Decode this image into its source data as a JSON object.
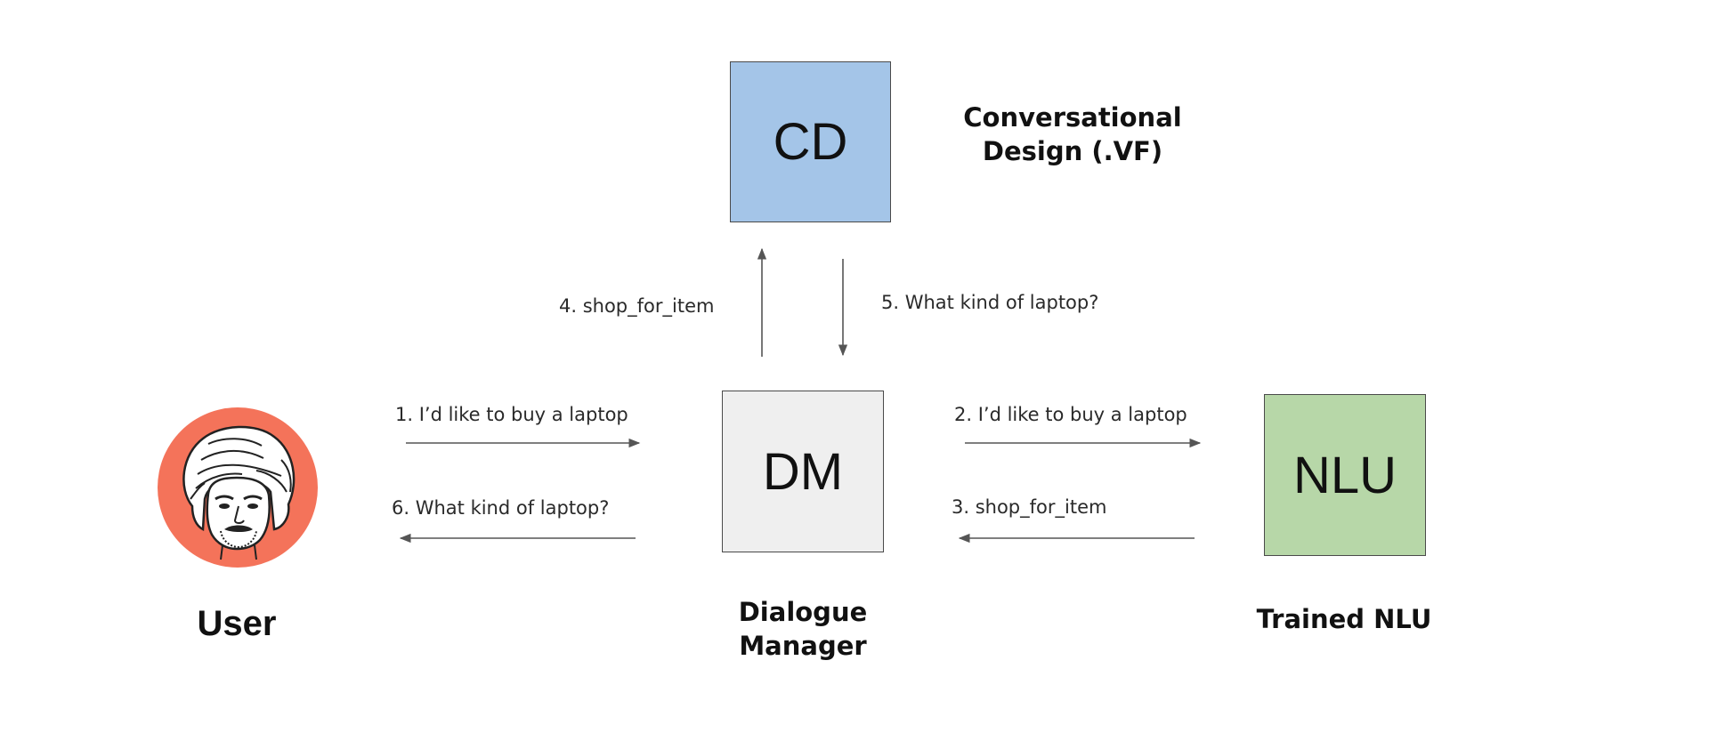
{
  "nodes": {
    "cd": {
      "label": "CD",
      "caption_lines": [
        "Conversational",
        "Design (.VF)"
      ],
      "fill": "#a4c5e8"
    },
    "dm": {
      "label": "DM",
      "caption_lines": [
        "Dialogue",
        "Manager"
      ],
      "fill": "#efefef"
    },
    "nlu": {
      "label": "NLU",
      "caption": "Trained NLU",
      "fill": "#b7d7a8"
    },
    "user": {
      "caption": "User",
      "avatar_fill": "#f4735a",
      "avatar_icon": "user-portrait-icon"
    }
  },
  "edges": [
    {
      "id": "1",
      "from": "user",
      "to": "dm",
      "label": "1. I’d like to buy a laptop"
    },
    {
      "id": "2",
      "from": "dm",
      "to": "nlu",
      "label": "2. I’d like to buy a laptop"
    },
    {
      "id": "3",
      "from": "nlu",
      "to": "dm",
      "label": "3. shop_for_item"
    },
    {
      "id": "4",
      "from": "dm",
      "to": "cd",
      "label": "4. shop_for_item"
    },
    {
      "id": "5",
      "from": "cd",
      "to": "dm",
      "label": "5. What kind of laptop?"
    },
    {
      "id": "6",
      "from": "dm",
      "to": "user",
      "label": "6. What kind of laptop?"
    }
  ],
  "colors": {
    "arrow": "#555555",
    "box_border": "#4a4a4a"
  }
}
